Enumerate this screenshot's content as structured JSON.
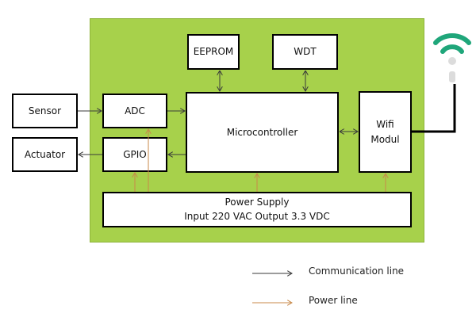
{
  "diagram": {
    "blocks": {
      "sensor": "Sensor",
      "actuator": "Actuator",
      "adc": "ADC",
      "gpio": "GPIO",
      "eeprom": "EEPROM",
      "wdt": "WDT",
      "mcu": "Microcontroller",
      "wifi_line1": "Wifi",
      "wifi_line2": "Modul",
      "power_line1": "Power Supply",
      "power_line2": "Input 220 VAC Output 3.3 VDC"
    },
    "legend": {
      "communication": "Communication line",
      "power": "Power line"
    },
    "colors": {
      "board": "#a7d14b",
      "communication_line": "#3a3a3a",
      "power_line": "#c8894a",
      "wifi_icon": "#1fa67a"
    }
  }
}
